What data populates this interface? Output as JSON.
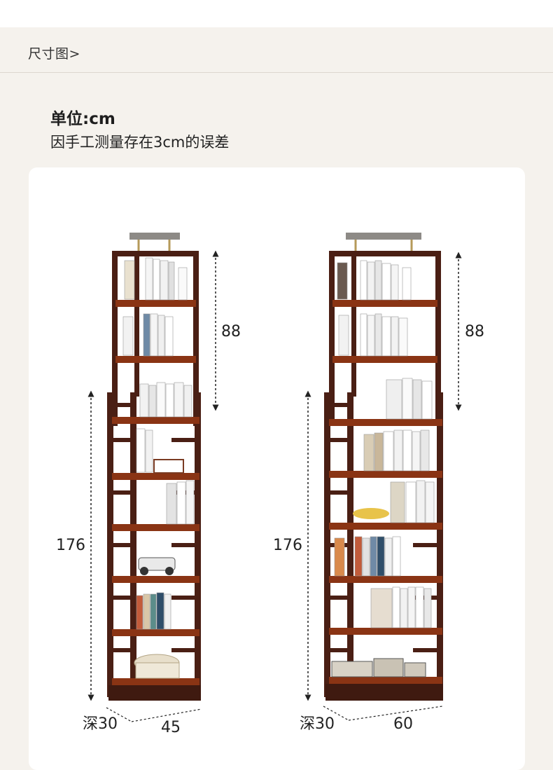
{
  "header": {
    "title": "尺寸图>"
  },
  "intro": {
    "unit": "单位:cm",
    "note": "因手工测量存在3cm的误差"
  },
  "products": [
    {
      "top_height": "88",
      "bottom_height": "176",
      "depth": "深30",
      "width": "45"
    },
    {
      "top_height": "88",
      "bottom_height": "176",
      "depth": "深30",
      "width": "60"
    }
  ],
  "colors": {
    "background": "#f5f2ed",
    "card": "#ffffff",
    "wood": "#4a1f14",
    "shelf_board": "#8a3414"
  }
}
